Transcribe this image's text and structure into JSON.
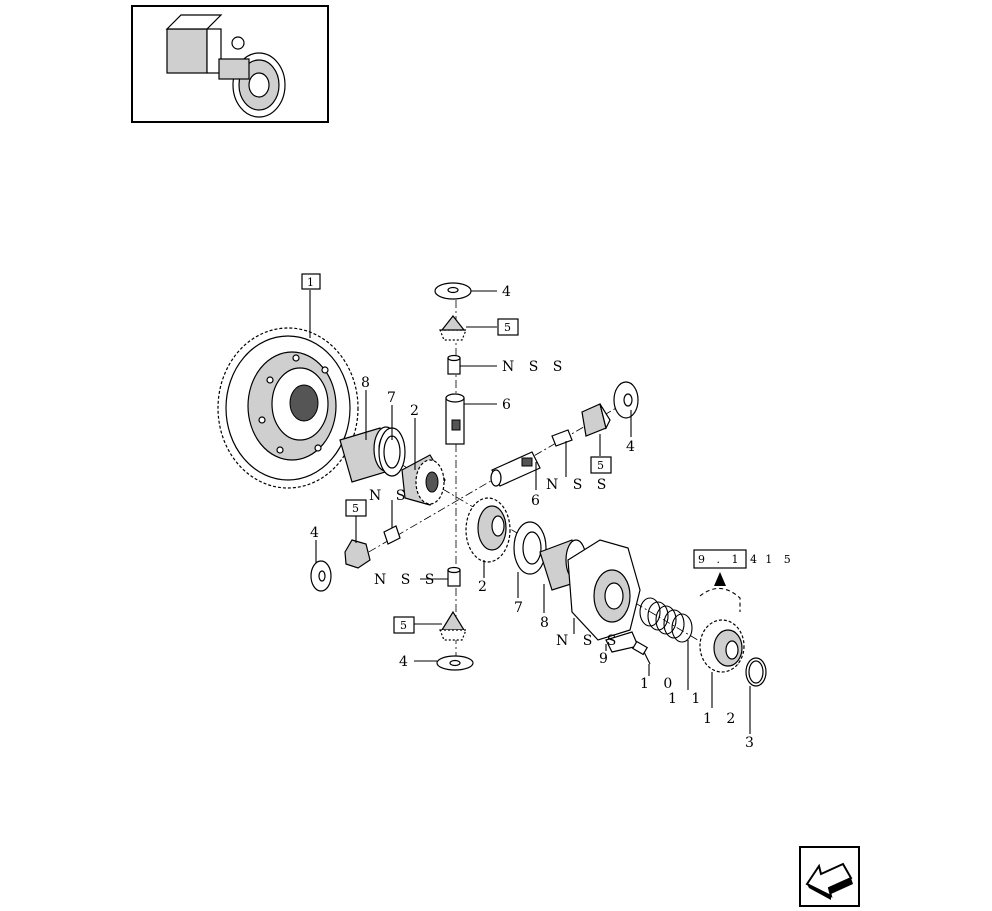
{
  "callouts": {
    "c1_box": "1",
    "c4_top": "4",
    "c5_top_box": "5",
    "nss_top": "N S S",
    "c6_top": "6",
    "c4_right": "4",
    "c5_right_box": "5",
    "c6_mid": "6",
    "nss_mid": "N S S",
    "c8_left": "8",
    "c7_left": "7",
    "c2_top": "2",
    "nss_left": "N S",
    "c5_left_box": "5",
    "c4_left": "4",
    "nss_low": "N S S",
    "c2_low": "2",
    "c7_low": "7",
    "c8_low": "8",
    "nss_bottom": "N S S",
    "c5_bottom_box": "5",
    "c4_bottom": "4",
    "ref_box": "9 . 1 4",
    "ref_suffix": "- 1 5",
    "c9": "9",
    "c10": "1 0",
    "c11": "1 1",
    "c12": "1 2",
    "c3": "3"
  }
}
